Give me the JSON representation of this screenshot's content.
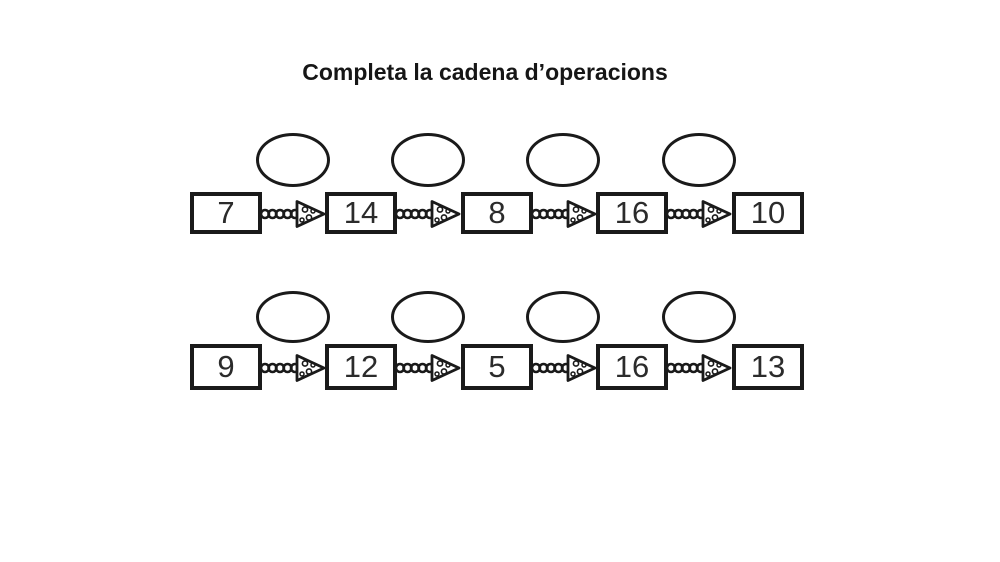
{
  "title": "Completa la cadena d’operacions",
  "colors": {
    "ink": "#1a1a1a",
    "background": "#ffffff"
  },
  "icons": {
    "arrow": "chain-arrow-icon"
  },
  "chains": [
    {
      "numbers": [
        "7",
        "14",
        "8",
        "16",
        "10"
      ],
      "operation_ovals": [
        "",
        "",
        "",
        ""
      ]
    },
    {
      "numbers": [
        "9",
        "12",
        "5",
        "16",
        "13"
      ],
      "operation_ovals": [
        "",
        "",
        "",
        ""
      ]
    }
  ]
}
